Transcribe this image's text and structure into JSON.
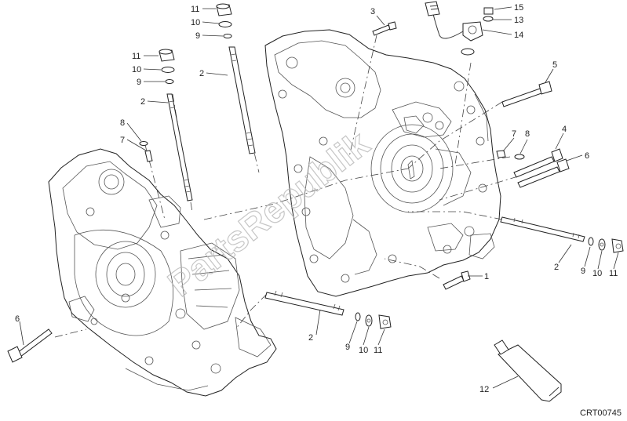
{
  "watermark": "PartsRepublik",
  "drawing_code": "CRT00745",
  "callouts": [
    {
      "id": "c11a",
      "label": "11"
    },
    {
      "id": "c10a",
      "label": "10"
    },
    {
      "id": "c9a",
      "label": "9"
    },
    {
      "id": "c2a",
      "label": "2"
    },
    {
      "id": "c11b",
      "label": "11"
    },
    {
      "id": "c10b",
      "label": "10"
    },
    {
      "id": "c9b",
      "label": "9"
    },
    {
      "id": "c2b",
      "label": "2"
    },
    {
      "id": "c8a",
      "label": "8"
    },
    {
      "id": "c7a",
      "label": "7"
    },
    {
      "id": "c3",
      "label": "3"
    },
    {
      "id": "c15",
      "label": "15"
    },
    {
      "id": "c13",
      "label": "13"
    },
    {
      "id": "c14",
      "label": "14"
    },
    {
      "id": "c5",
      "label": "5"
    },
    {
      "id": "c7b",
      "label": "7"
    },
    {
      "id": "c8b",
      "label": "8"
    },
    {
      "id": "c4",
      "label": "4"
    },
    {
      "id": "c6b",
      "label": "6"
    },
    {
      "id": "c2c",
      "label": "2"
    },
    {
      "id": "c9c",
      "label": "9"
    },
    {
      "id": "c10c",
      "label": "10"
    },
    {
      "id": "c11c",
      "label": "11"
    },
    {
      "id": "c1",
      "label": "1"
    },
    {
      "id": "c6a",
      "label": "6"
    },
    {
      "id": "c2d",
      "label": "2"
    },
    {
      "id": "c9d",
      "label": "9"
    },
    {
      "id": "c10d",
      "label": "10"
    },
    {
      "id": "c11d",
      "label": "11"
    },
    {
      "id": "c12",
      "label": "12"
    }
  ]
}
